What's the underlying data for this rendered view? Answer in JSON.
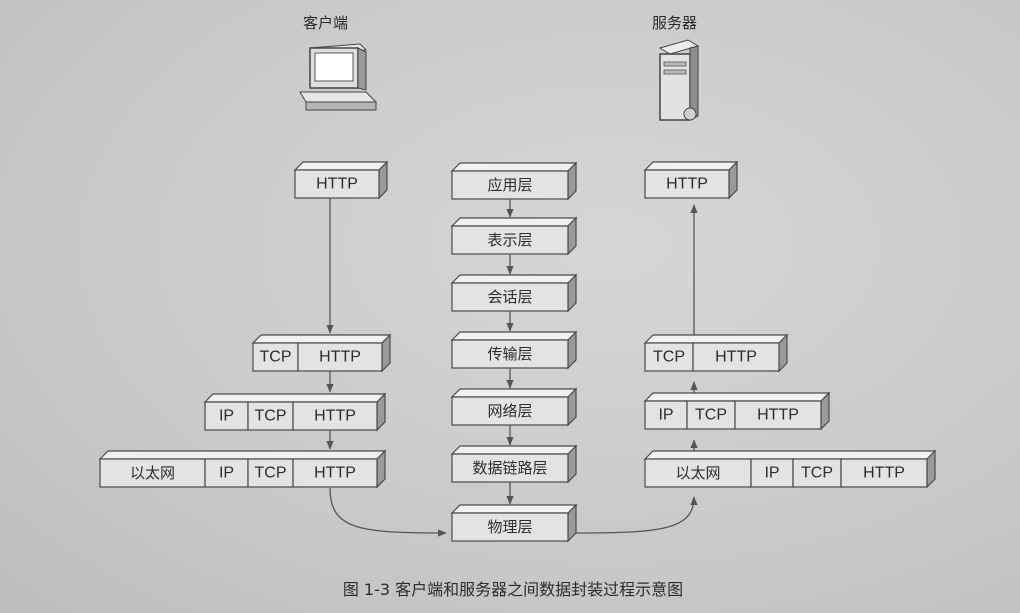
{
  "client_label": "客户端",
  "server_label": "服务器",
  "caption": "图 1-3   客户端和服务器之间数据封装过程示意图",
  "osi_layers": [
    "应用层",
    "表示层",
    "会话层",
    "传输层",
    "网络层",
    "数据链路层",
    "物理层"
  ],
  "client_stack": [
    [
      "HTTP"
    ],
    [
      "TCP",
      "HTTP"
    ],
    [
      "IP",
      "TCP",
      "HTTP"
    ],
    [
      "以太网",
      "IP",
      "TCP",
      "HTTP"
    ]
  ],
  "server_stack": [
    [
      "HTTP"
    ],
    [
      "TCP",
      "HTTP"
    ],
    [
      "IP",
      "TCP",
      "HTTP"
    ],
    [
      "以太网",
      "IP",
      "TCP",
      "HTTP"
    ]
  ]
}
